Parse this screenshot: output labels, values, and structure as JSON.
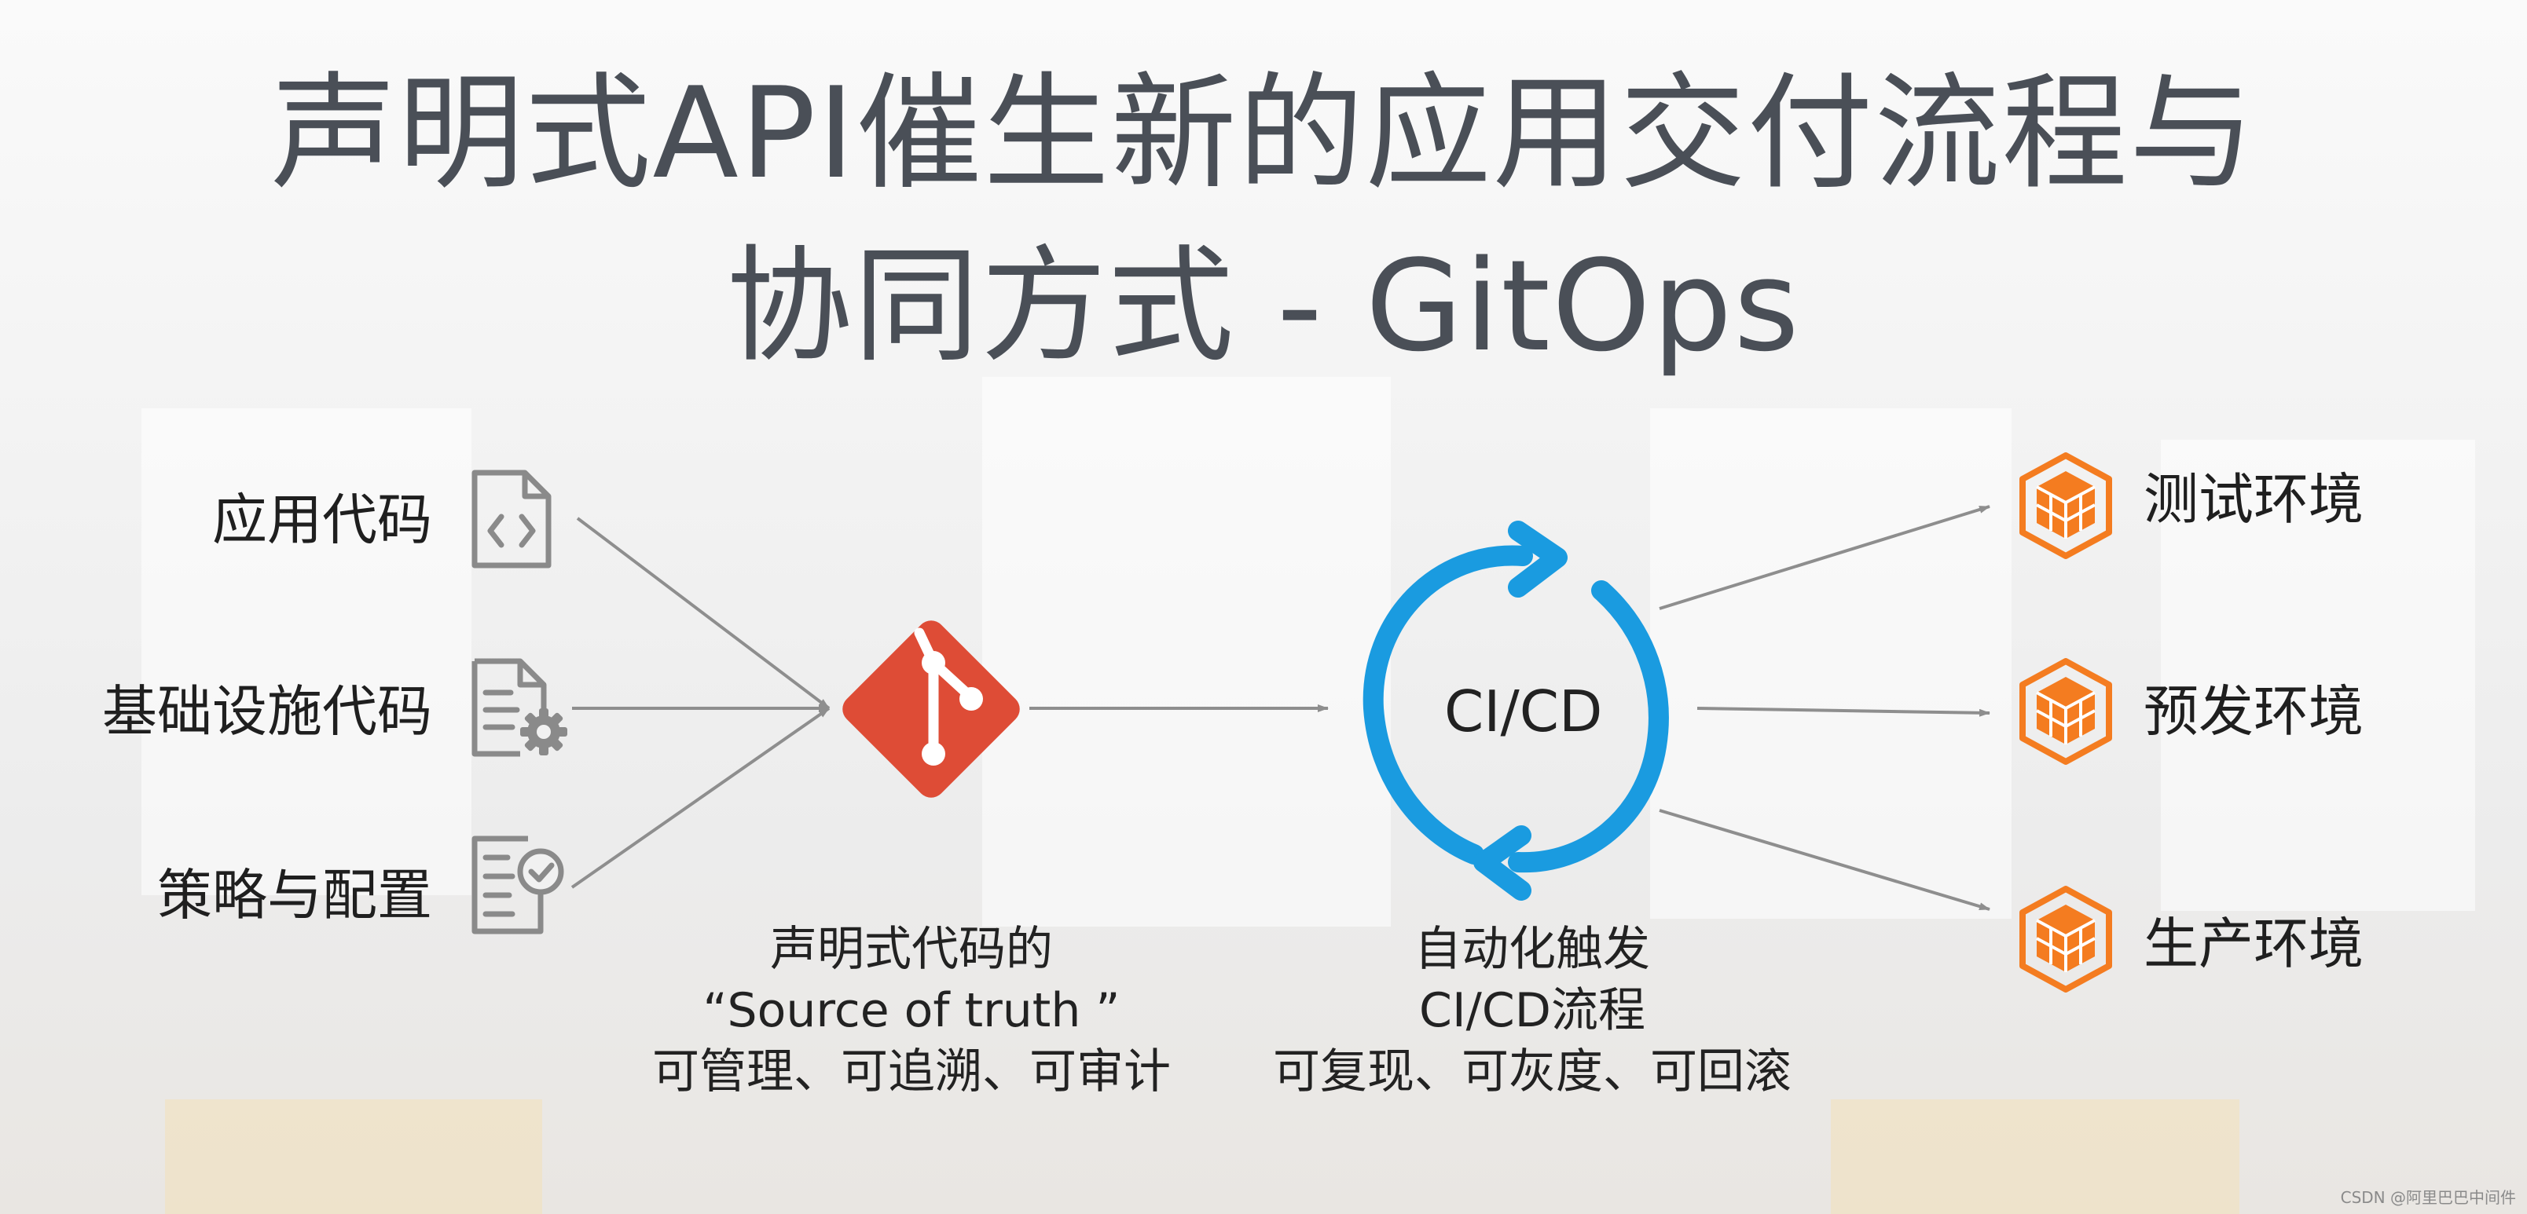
{
  "title": {
    "line1": "声明式API催生新的应用交付流程与",
    "line2": "协同方式 - GitOps"
  },
  "inputs": [
    {
      "label": "应用代码",
      "icon": "code-file-icon"
    },
    {
      "label": "基础设施代码",
      "icon": "config-file-gear-icon"
    },
    {
      "label": "策略与配置",
      "icon": "policy-file-check-icon"
    }
  ],
  "git": {
    "icon": "git-logo-icon",
    "caption": [
      "声明式代码的",
      "“Source of truth ”",
      "可管理、可追溯、可审计"
    ]
  },
  "cicd": {
    "label": "CI/CD",
    "icon": "cycle-arrows-icon",
    "caption": [
      "自动化触发",
      "CI/CD流程",
      "可复现、可灰度、可回滚"
    ]
  },
  "environments": [
    {
      "label": "测试环境",
      "icon": "cube-cluster-icon"
    },
    {
      "label": "预发环境",
      "icon": "cube-cluster-icon"
    },
    {
      "label": "生产环境",
      "icon": "cube-cluster-icon"
    }
  ],
  "colors": {
    "title": "#4a4f57",
    "git": "#de4c36",
    "cycle": "#1a9be0",
    "cube": "#f47c20",
    "line": "#8e8e8e"
  },
  "watermark": "CSDN @阿里巴巴中间件"
}
